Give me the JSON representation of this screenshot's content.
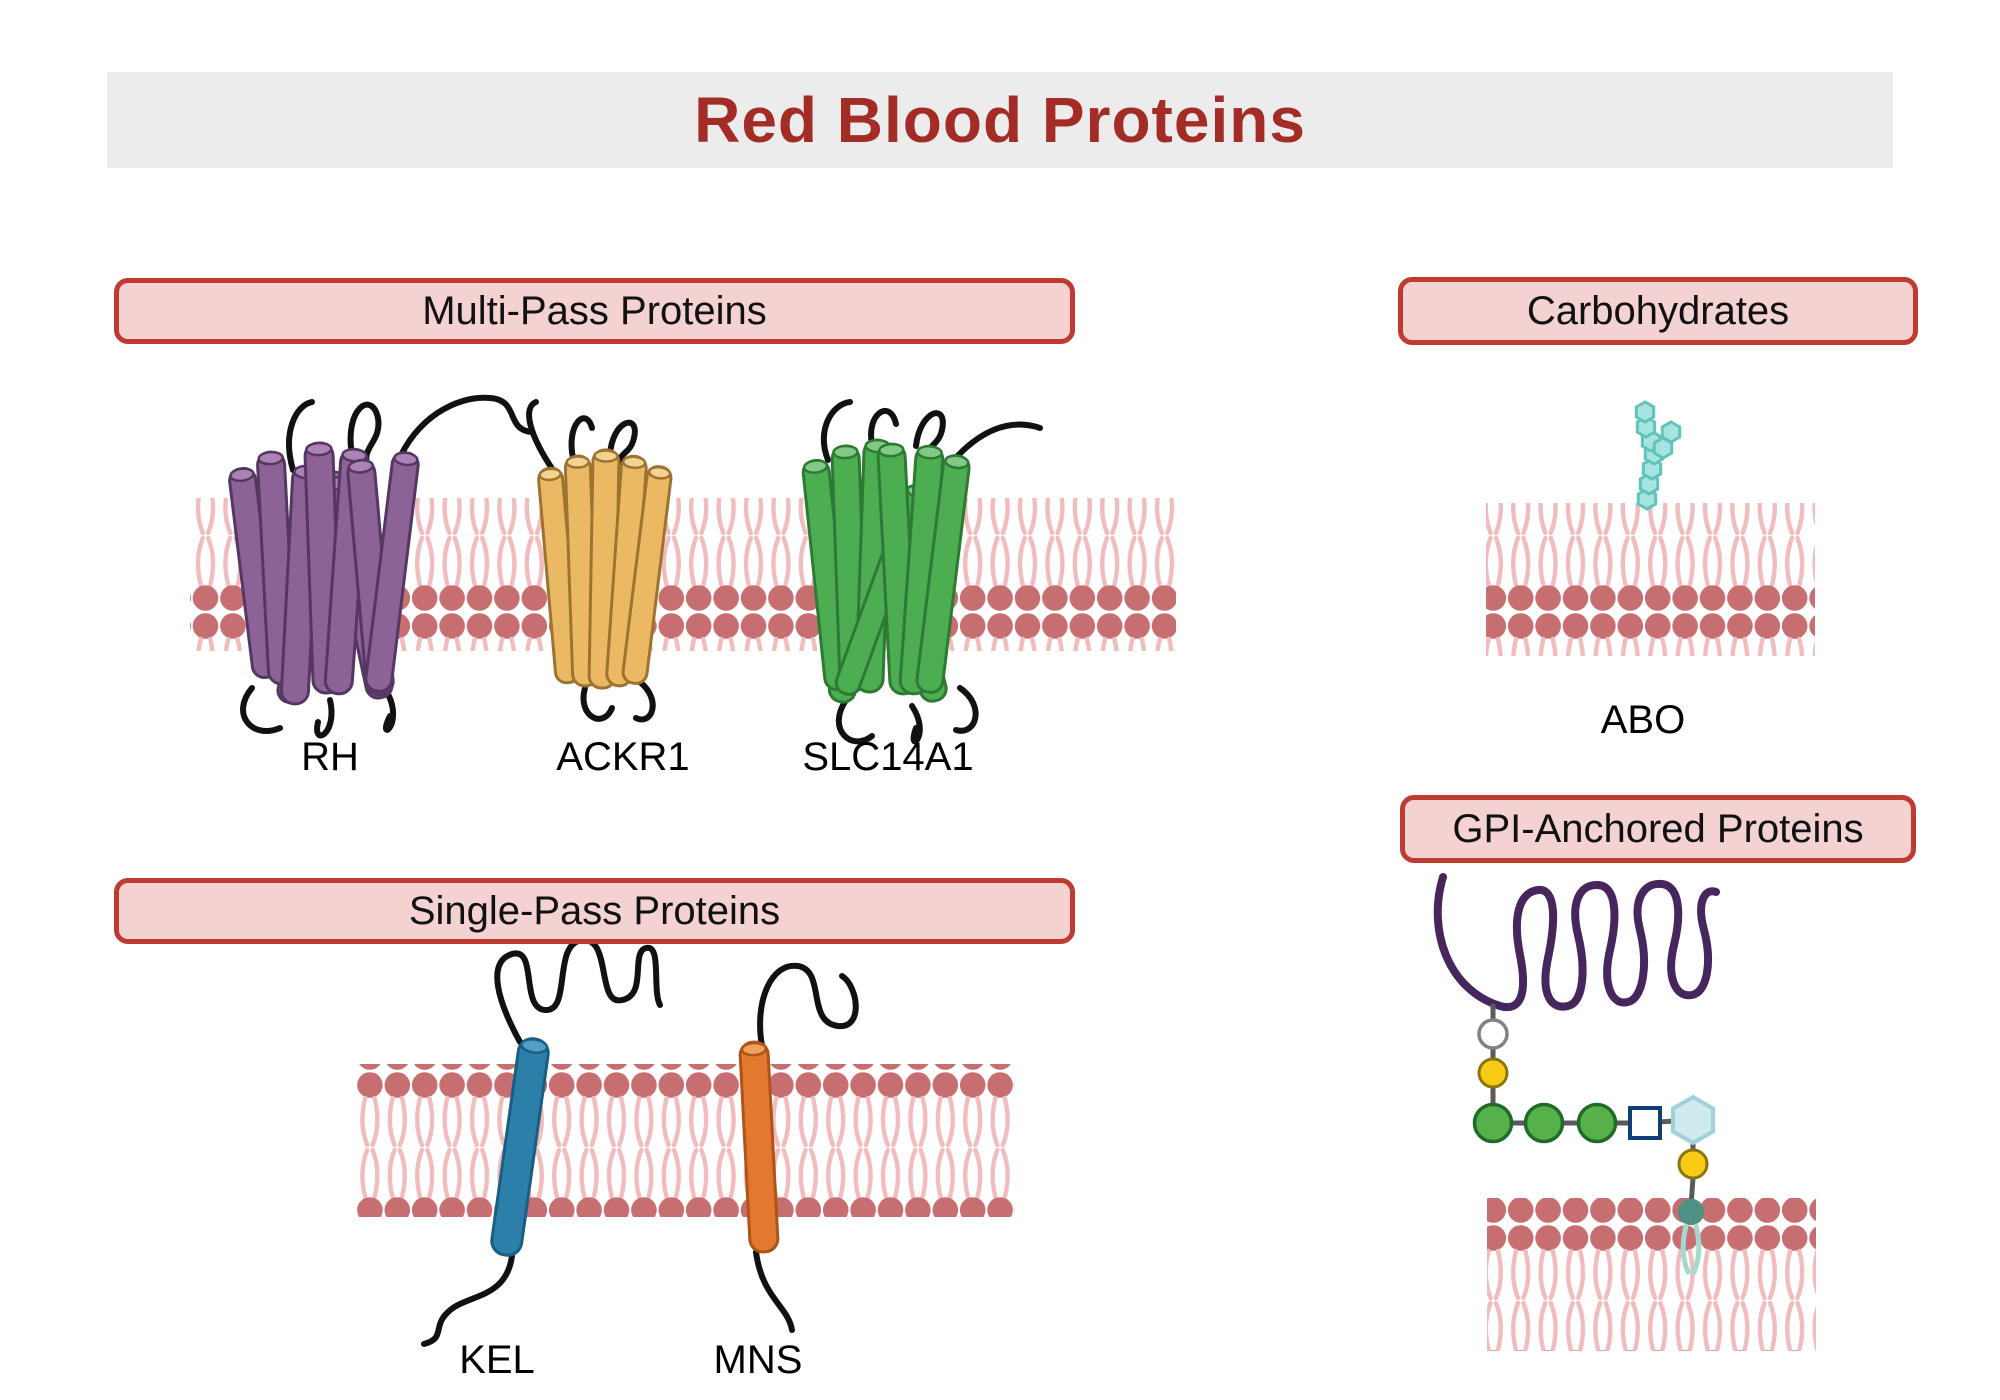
{
  "title": "Red Blood Proteins",
  "sections": {
    "multi_pass": {
      "label": "Multi-Pass Proteins",
      "proteins": [
        "RH",
        "ACKR1",
        "SLC14A1"
      ]
    },
    "single_pass": {
      "label": "Single-Pass Proteins",
      "proteins": [
        "KEL",
        "MNS"
      ]
    },
    "carbohydrates": {
      "label": "Carbohydrates",
      "proteins": [
        "ABO"
      ]
    },
    "gpi": {
      "label": "GPI-Anchored Proteins"
    }
  },
  "colors": {
    "banner_bg": "#ECECEC",
    "title_color": "#A32C26",
    "box_fill": "#F4D2D2",
    "box_border": "#BF3B31",
    "lipid_head": "#C76F70",
    "lipid_tail": "#F0BCBE",
    "loop_color": "#111111",
    "rh": "#8C6397",
    "rh_dark": "#563663",
    "rh_cap": "#AA84B5",
    "ackr1": "#EBB964",
    "ackr1_dark": "#9C7430",
    "ackr1_cap": "#F4D292",
    "slc": "#4DAE51",
    "slc_dark": "#2C7A33",
    "slc_cap": "#82C985",
    "kel": "#2B7FA9",
    "kel_dark": "#1A5E83",
    "kel_cap": "#4F9FC4",
    "mns": "#E2792F",
    "mns_dark": "#AF5317",
    "mns_cap": "#EFA05C",
    "glycan_fill": "#A7E3DF",
    "glycan_stroke": "#5FC4BC",
    "coil_color": "#46265C",
    "connector": "#5A5A5A",
    "sugar_yellow": "#FACB14",
    "sugar_yellow_dark": "#8A7413",
    "sugar_green": "#56B14B",
    "sugar_green_dark": "#1F6B28",
    "sugar_white_stroke": "#828282",
    "square_blue": "#2B70D9",
    "square_stroke": "#123F73",
    "hex_fill": "#CFE9EC",
    "hex_stroke": "#9ED1D8",
    "anchor_teal": "#4E9183",
    "anchor_tail": "#A5D8CE"
  }
}
